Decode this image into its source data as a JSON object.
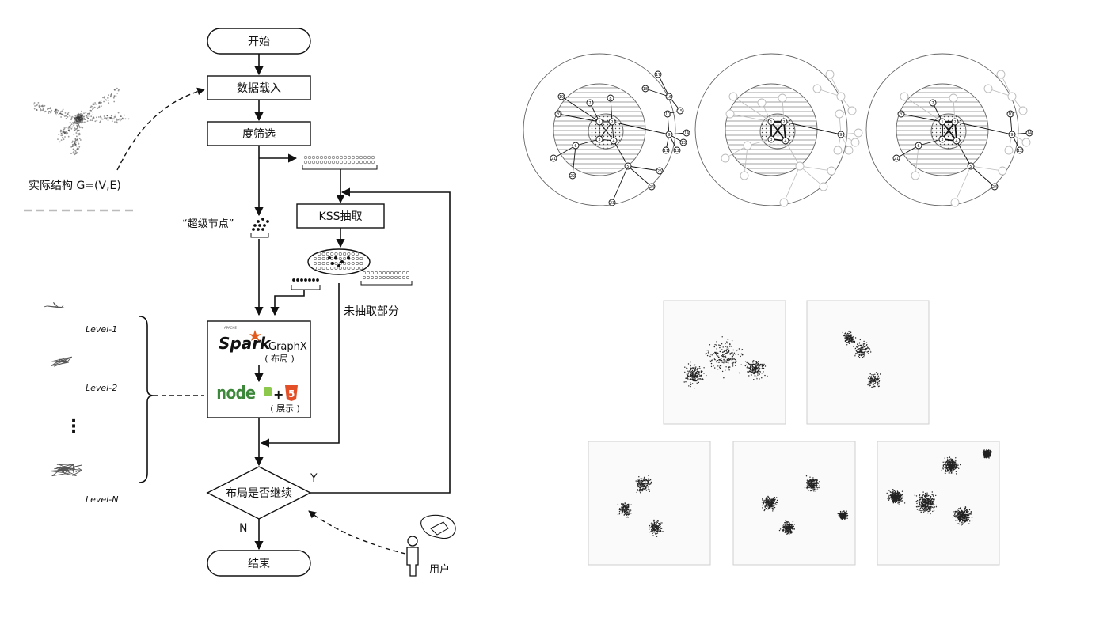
{
  "flow": {
    "start": "开始",
    "load": "数据载入",
    "filter": "度筛选",
    "kss": "KSS抽取",
    "super_nodes": "“超级节点”",
    "unextracted": "未抽取部分",
    "decision": "布局是否继续",
    "yes": "Y",
    "no": "N",
    "end": "结束",
    "user": "用户"
  },
  "tech": {
    "spark_small": "APACHE",
    "spark": "Spark",
    "graphx": "GraphX",
    "graphx_note": "( 布局 )",
    "node": "node",
    "plus": "+",
    "html5": "5",
    "display_note": "( 展示 )"
  },
  "left": {
    "actual": "实际结构 G=(V,E)",
    "levels": [
      "Level-1",
      "Level-2",
      "Level-N"
    ],
    "ellipsis": "⋮"
  },
  "circles": {
    "outer_labels": [
      "19",
      "7",
      "8",
      "20",
      "1",
      "2",
      "3",
      "4",
      "6",
      "21",
      "22",
      "5",
      "23",
      "24",
      "25",
      "17",
      "18",
      "16",
      "15",
      "10",
      "9",
      "14",
      "13",
      "11",
      "12"
    ],
    "mid_labels": [
      "1",
      "2",
      "3",
      "4",
      "9"
    ],
    "right_labels": [
      "7",
      "20",
      "1",
      "2",
      "3",
      "4",
      "6",
      "21",
      "5",
      "24",
      "10",
      "9",
      "14",
      "12"
    ]
  },
  "colors": {
    "ink": "#111111",
    "grey_node": "#b8b8b8",
    "frame": "#cfcfcf"
  }
}
